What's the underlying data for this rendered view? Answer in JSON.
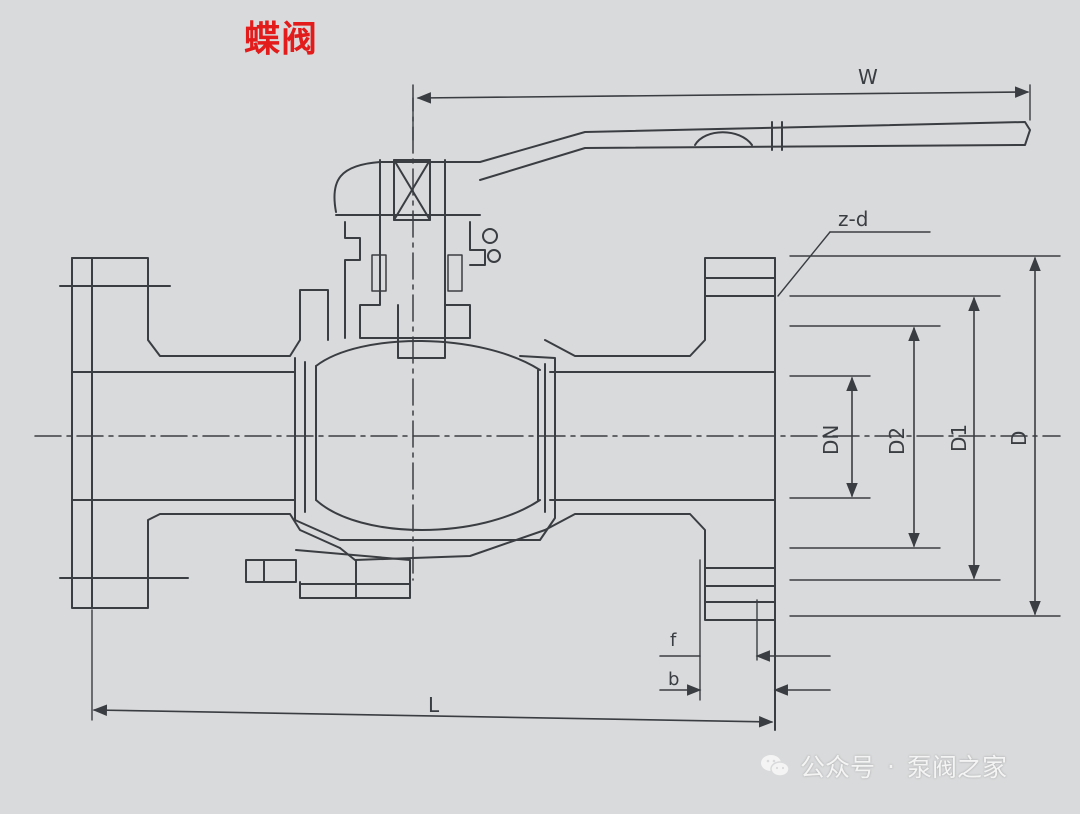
{
  "title": "蝶阀",
  "labels": {
    "w": "W",
    "zd": "z-d",
    "dn": "DN",
    "d2": "D2",
    "d1": "D1",
    "d": "D",
    "f": "f",
    "b": "b",
    "l": "L"
  },
  "watermark": {
    "icon": "wechat-icon",
    "prefix": "公众号",
    "separator": "·",
    "name": "泵阀之家"
  },
  "colors": {
    "title": "#e31b1b",
    "line": "#3a3d42",
    "background": "#d9dadb"
  }
}
